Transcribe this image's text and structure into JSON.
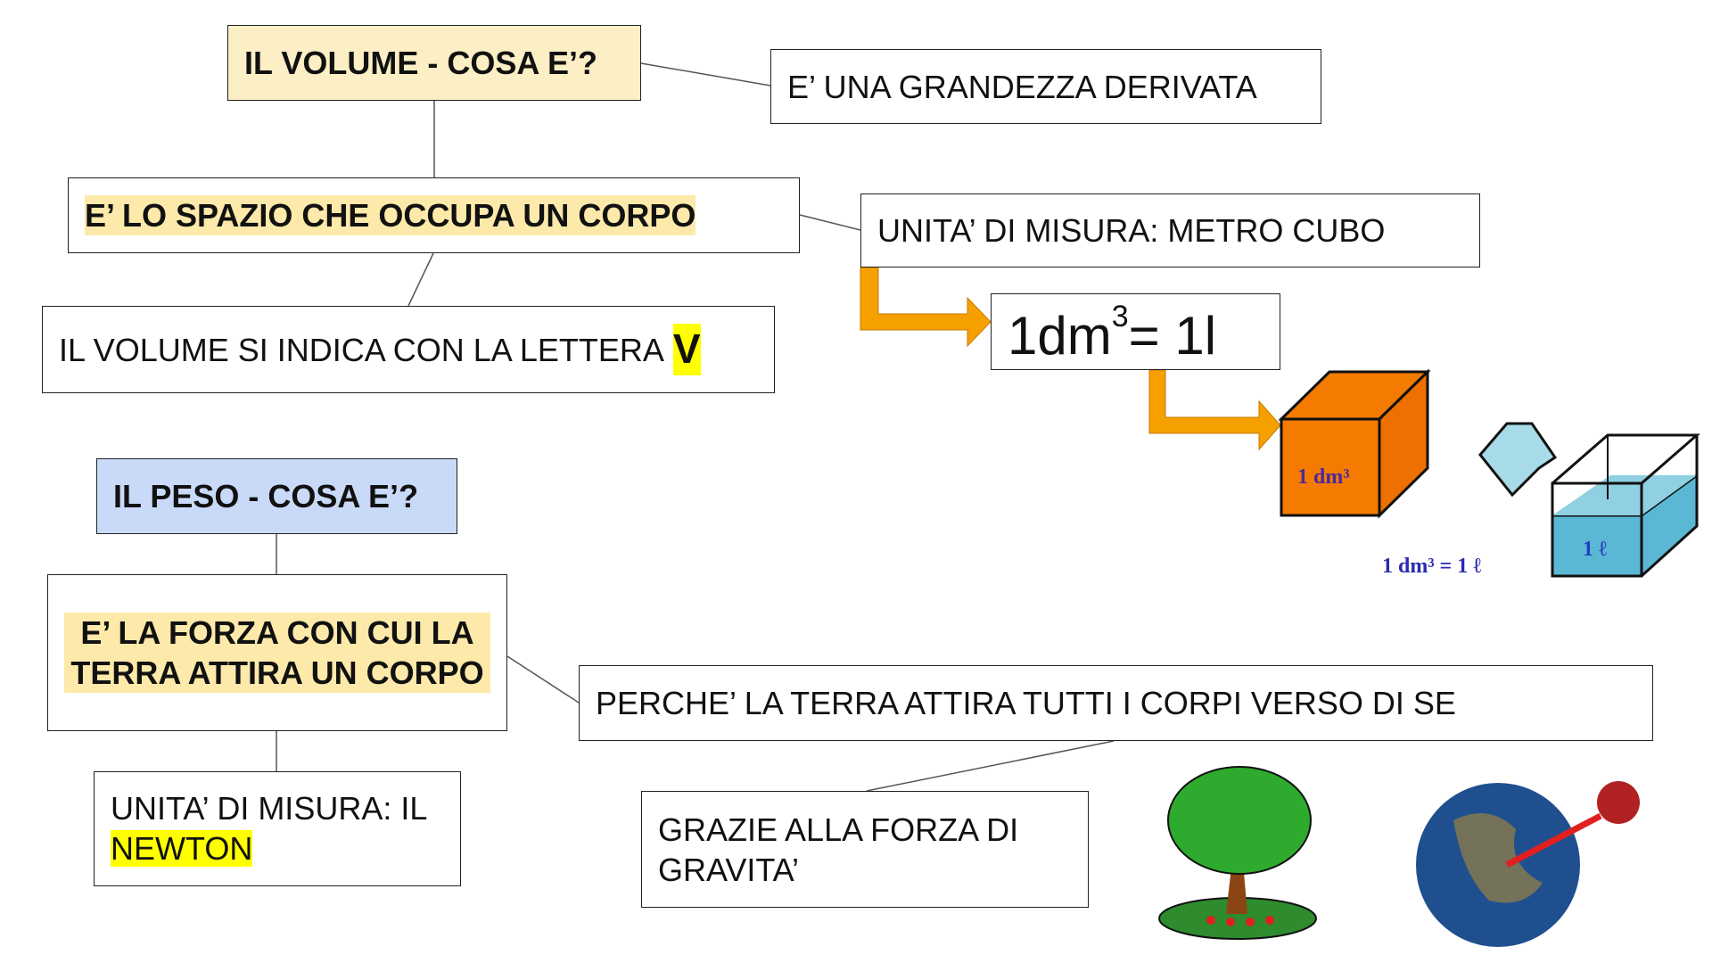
{
  "volume": {
    "title": "IL VOLUME - COSA E’?",
    "derived": "E’ UNA GRANDEZZA DERIVATA",
    "definition": "E’ LO SPAZIO CHE OCCUPA UN CORPO",
    "unit": "UNITA’ DI MISURA: METRO CUBO",
    "letter_text": "IL VOLUME SI INDICA CON LA LETTERA",
    "letter": "V",
    "equation_main": "1dm",
    "equation_exp": "3",
    "equation_rest": "= 1l",
    "cube_label": "1 dm³",
    "water_label": "1 ℓ",
    "caption": "1 dm³ = 1 ℓ"
  },
  "weight": {
    "title": "IL PESO - COSA E’?",
    "definition": "E’ LA FORZA CON CUI LA TERRA ATTIRA UN CORPO",
    "unit_text": "UNITA’ DI MISURA: IL",
    "unit": "NEWTON",
    "why": "PERCHE’ LA TERRA ATTIRA TUTTI I CORPI VERSO DI SE",
    "gravity": "GRAZIE ALLA FORZA DI GRAVITA’"
  },
  "colors": {
    "volume_title": "#fdefc5",
    "weight_title": "#c9daf8",
    "arrow": "#f6a000",
    "cube": "#f57a00",
    "water": "#5ab8d4"
  }
}
